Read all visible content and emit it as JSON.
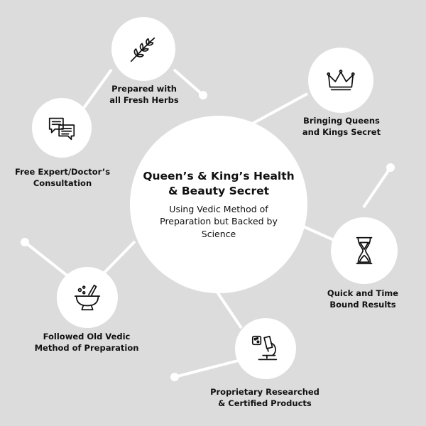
{
  "center": {
    "title": "Queen’s & King’s Health & Beauty Secret",
    "subtitle": "Using Vedic Method of Preparation but Backed by Science"
  },
  "features": [
    {
      "icon": "herb-branch-icon",
      "label_line1": "Prepared with",
      "label_line2": "all Fresh Herbs"
    },
    {
      "icon": "crown-icon",
      "label_line1": "Bringing Queens",
      "label_line2": "and Kings Secret"
    },
    {
      "icon": "chat-bubbles-icon",
      "label_line1": "Free Expert/Doctor’s",
      "label_line2": "Consultation"
    },
    {
      "icon": "hourglass-icon",
      "label_line1": "Quick and Time",
      "label_line2": "Bound Results"
    },
    {
      "icon": "mortar-pestle-icon",
      "label_line1": "Followed Old Vedic",
      "label_line2": "Method of Preparation"
    },
    {
      "icon": "microscope-icon",
      "label_line1": "Proprietary Researched",
      "label_line2": "& Certified Products"
    }
  ],
  "colors": {
    "background": "#dcdcdc",
    "circle": "#ffffff",
    "text": "#111111"
  }
}
